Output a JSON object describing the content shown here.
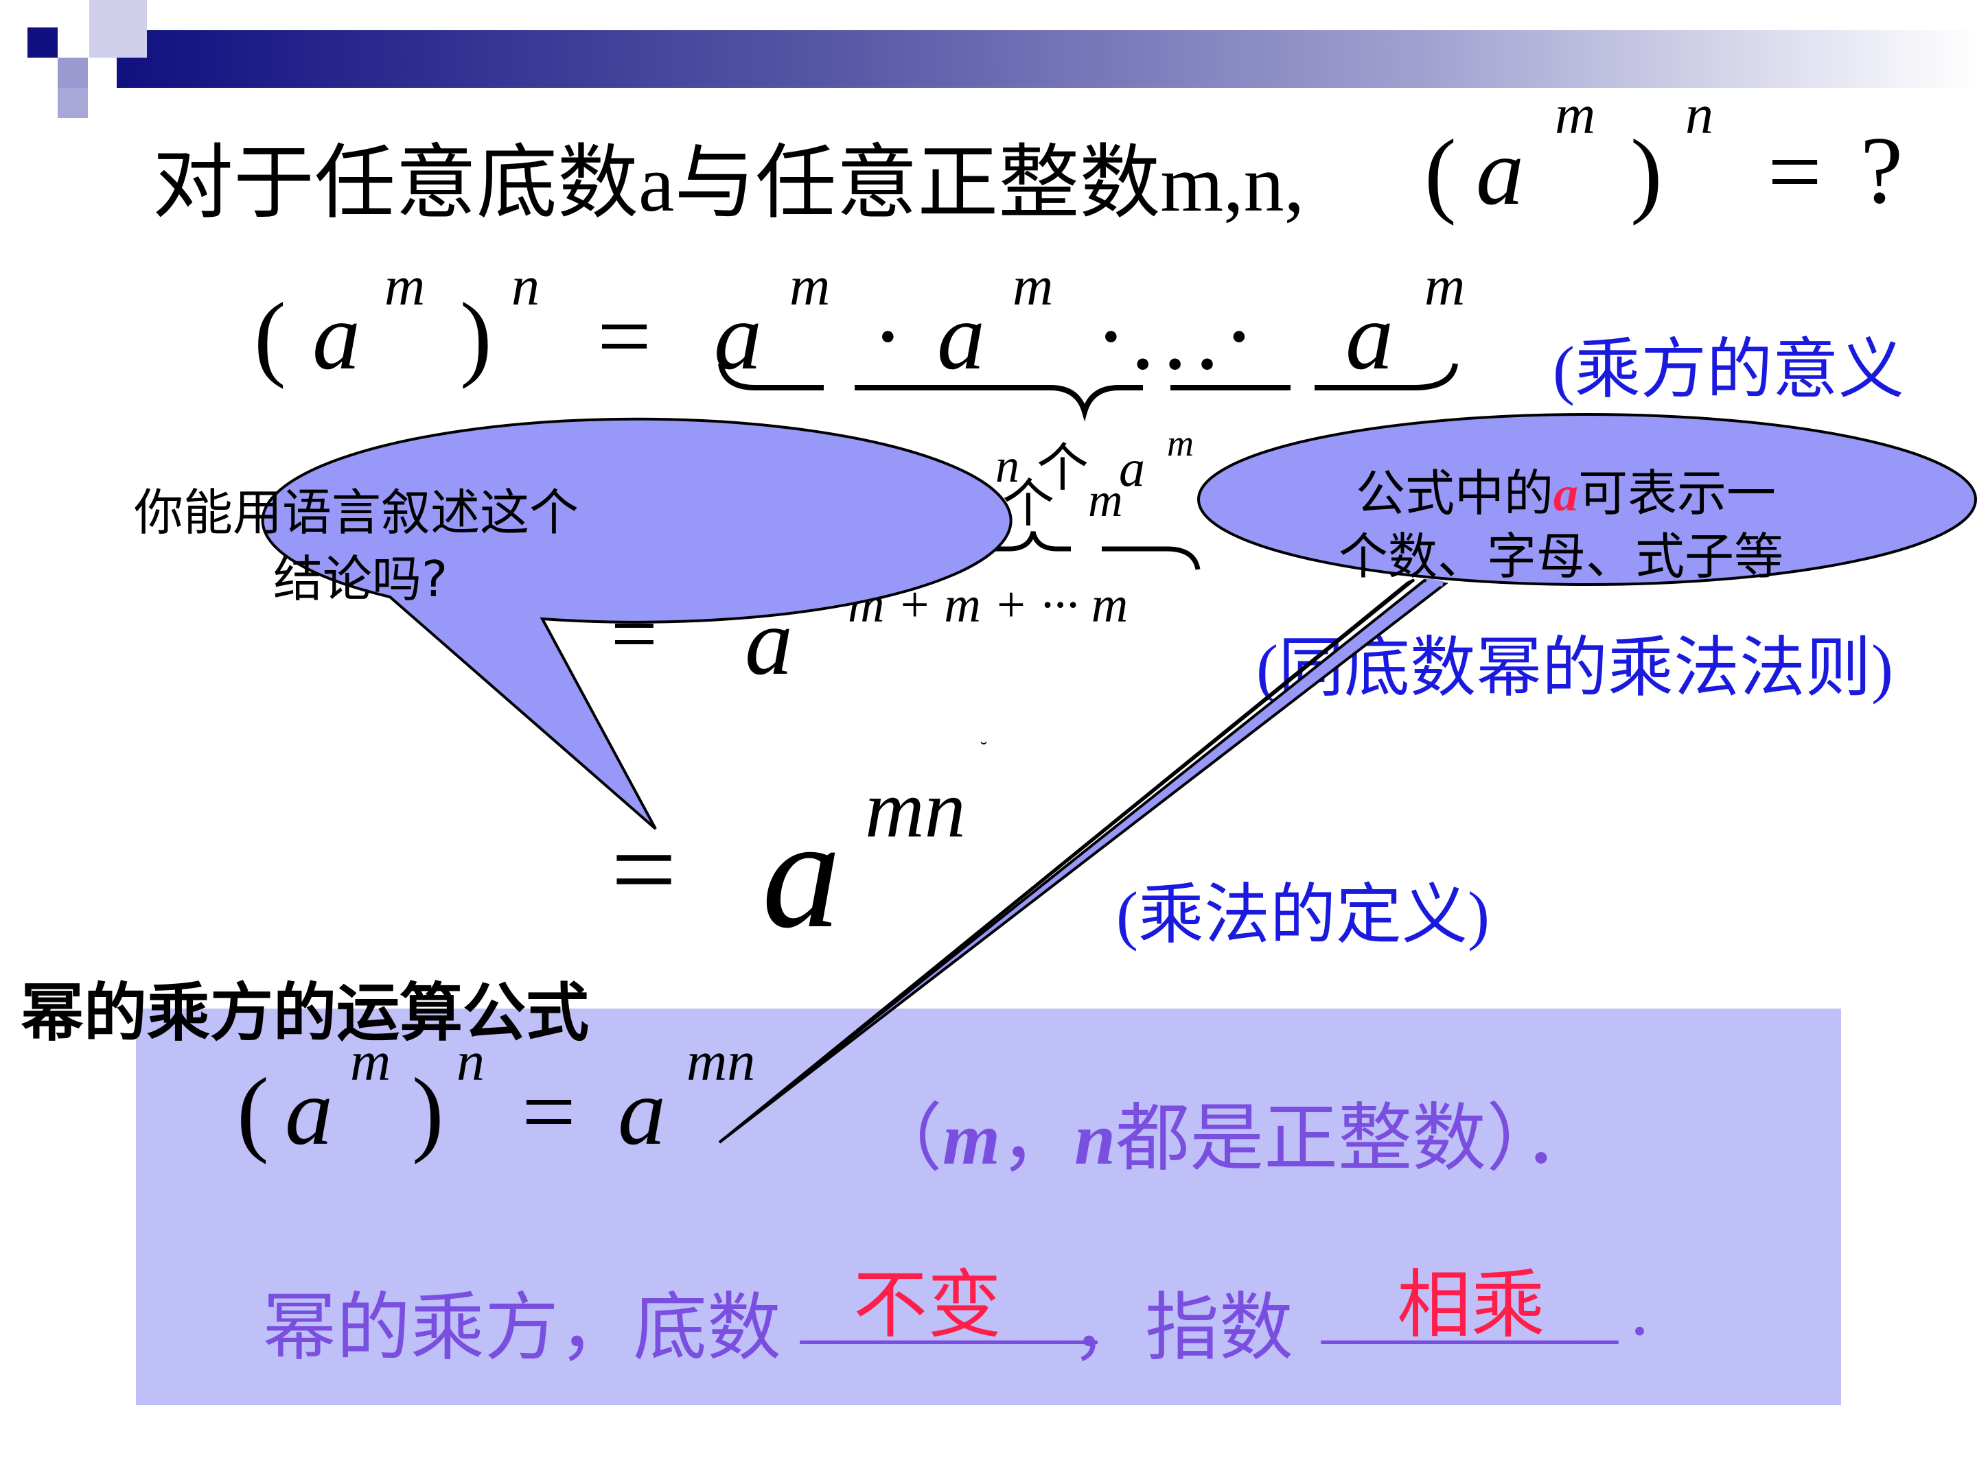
{
  "question": {
    "prefix": "对于任意底数a与任意正整数m,n,",
    "formula": {
      "open": "(",
      "base": "a",
      "inner_exp": "m",
      "close": ")",
      "outer_exp": "n",
      "equals": "=",
      "ask": "?"
    }
  },
  "step1": {
    "lhs": {
      "open": "(",
      "base": "a",
      "inner_exp": "m",
      "close": ")",
      "outer_exp": "n"
    },
    "equals": "=",
    "term_base": "a",
    "term_exp": "m",
    "dot": "·",
    "dots": "·…·",
    "under_count": "n",
    "under_word": "个",
    "under_base": "a",
    "under_exp": "m",
    "note": "(乘方的意义"
  },
  "step2": {
    "equals": "=",
    "base": "a",
    "exponent": "m + m + ··· m",
    "over_count": "n",
    "over_word": "个",
    "over_letter": "m",
    "note": "(同底数幂的乘法法则)"
  },
  "step3": {
    "equals": "=",
    "base": "a",
    "exponent": "mn",
    "stray_mark": "˘",
    "note": "(乘法的定义)"
  },
  "callout_left": {
    "line1": "你能用语言叙述这个",
    "line2": "结论吗?"
  },
  "callout_right": {
    "line1_a": "公式中的",
    "line1_red": "a",
    "line1_b": "可表示一",
    "line2": "个数、字母、式子等"
  },
  "section_title": "幂的乘方的运算公式",
  "formula_box": {
    "open": "(",
    "base": "a",
    "inner_exp": "m",
    "close": ")",
    "outer_exp": "n",
    "equals": "=",
    "rhs_base": "a",
    "rhs_exp": "mn",
    "condition": {
      "open": "（",
      "m": "m",
      "comma": "，",
      "n": "n",
      "rest": "都是正整数）．"
    },
    "rule": {
      "part1": "幂的乘方，底数",
      "blank1": "________",
      "answer1": "不变",
      "part2": "，指数",
      "blank2": "________",
      "answer2": "相乘",
      "end": "."
    }
  },
  "colors": {
    "blue": "#1a1adf",
    "purple": "#7a4fe0",
    "red": "#ff1e4a",
    "callout_fill": "#9898f8",
    "box_fill": "#c0c0f8"
  }
}
